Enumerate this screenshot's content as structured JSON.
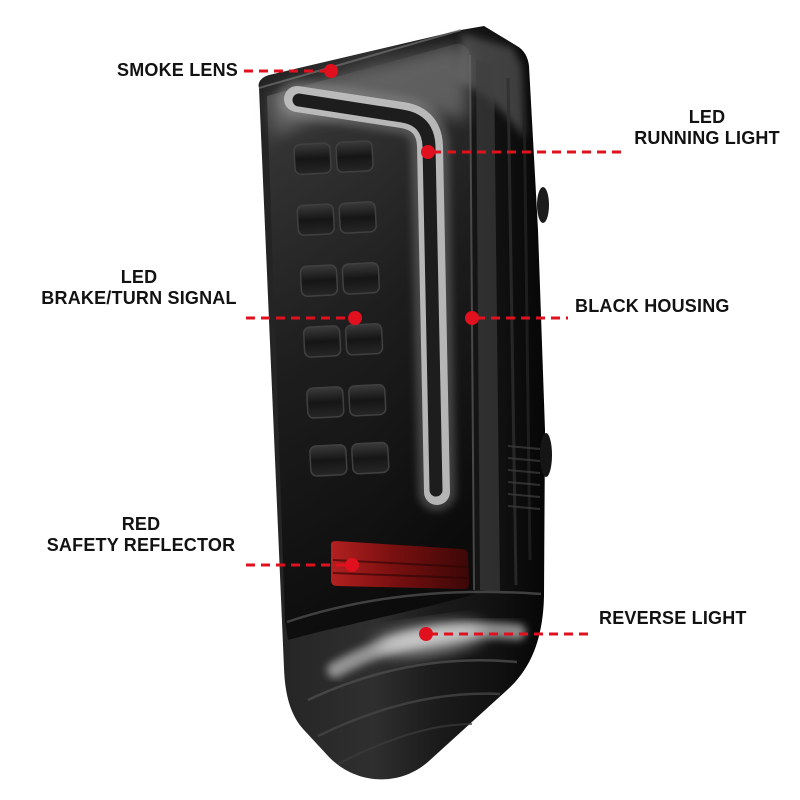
{
  "figure": {
    "subject": "Smoked LED tail light with feature callouts",
    "background": "#ffffff"
  },
  "colors": {
    "callout_red": "#e0101f",
    "label_text": "#121212"
  },
  "callouts": {
    "smoke_lens": {
      "lines": [
        "SMOKE LENS"
      ]
    },
    "running_light": {
      "lines": [
        "LED",
        "RUNNING LIGHT"
      ]
    },
    "brake_turn": {
      "lines": [
        "LED",
        "BRAKE/TURN SIGNAL"
      ]
    },
    "black_housing": {
      "lines": [
        "BLACK HOUSING"
      ]
    },
    "safety_reflector": {
      "lines": [
        "RED",
        "SAFETY REFLECTOR"
      ]
    },
    "reverse_light": {
      "lines": [
        "REVERSE LIGHT"
      ]
    }
  }
}
